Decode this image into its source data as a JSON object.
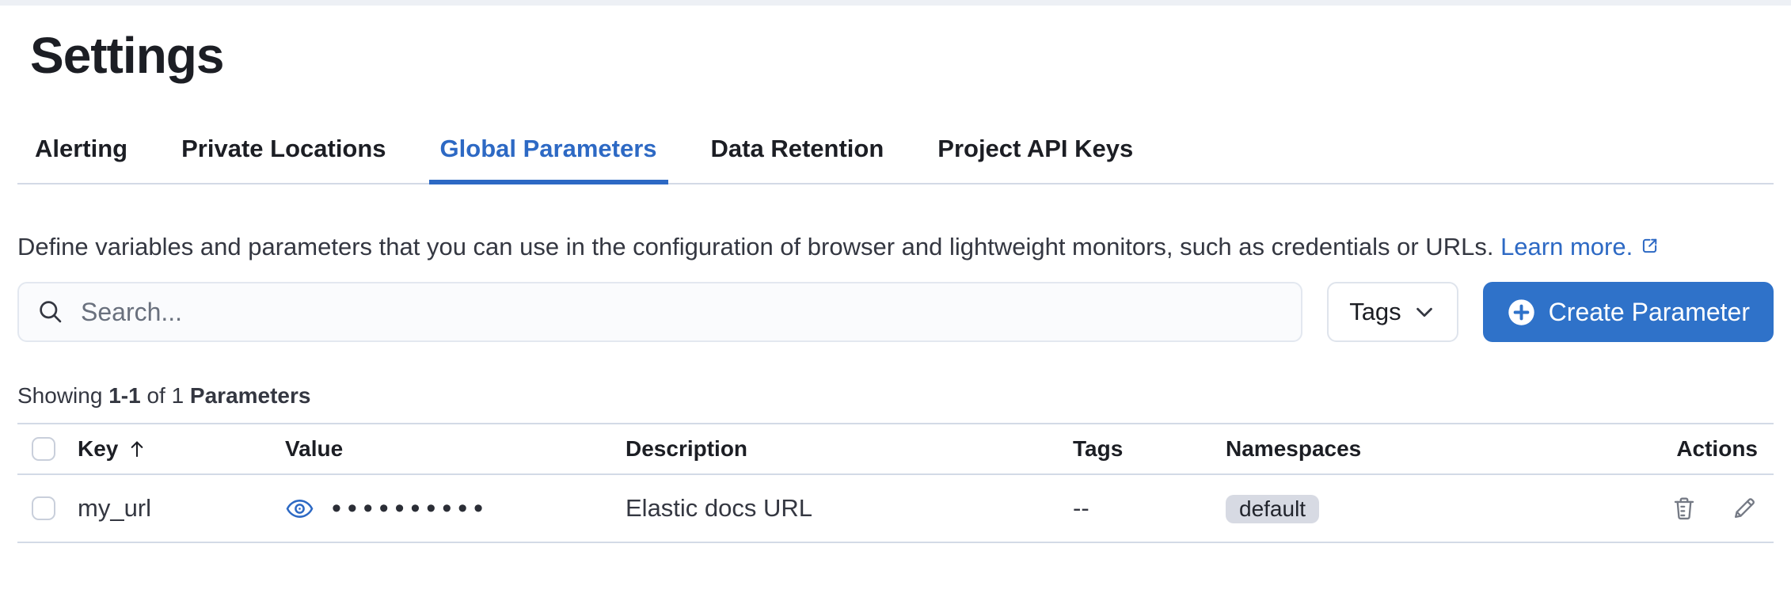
{
  "page": {
    "title": "Settings"
  },
  "tabs": [
    {
      "label": "Alerting",
      "active": false
    },
    {
      "label": "Private Locations",
      "active": false
    },
    {
      "label": "Global Parameters",
      "active": true
    },
    {
      "label": "Data Retention",
      "active": false
    },
    {
      "label": "Project API Keys",
      "active": false
    }
  ],
  "description": {
    "text": "Define variables and parameters that you can use in the configuration of browser and lightweight monitors, such as credentials or URLs.",
    "link_label": "Learn more."
  },
  "toolbar": {
    "search_placeholder": "Search...",
    "search_value": "",
    "tags_button_label": "Tags",
    "create_button_label": "Create Parameter"
  },
  "summary": {
    "showing": "Showing",
    "range": "1-1",
    "of": "of 1",
    "entity": "Parameters"
  },
  "table": {
    "columns": [
      "Key",
      "Value",
      "Description",
      "Tags",
      "Namespaces",
      "Actions"
    ],
    "sort": {
      "column": "Key",
      "direction": "ascending"
    },
    "rows": [
      {
        "key": "my_url",
        "masked_value": "••••••••••",
        "description": "Elastic docs URL",
        "tags": "--",
        "namespace": "default"
      }
    ]
  },
  "colors": {
    "accent_link": "#2d69c4",
    "button_primary": "#2f72c9",
    "badge_bg": "#d7dae3",
    "divider": "#d3dae6"
  }
}
